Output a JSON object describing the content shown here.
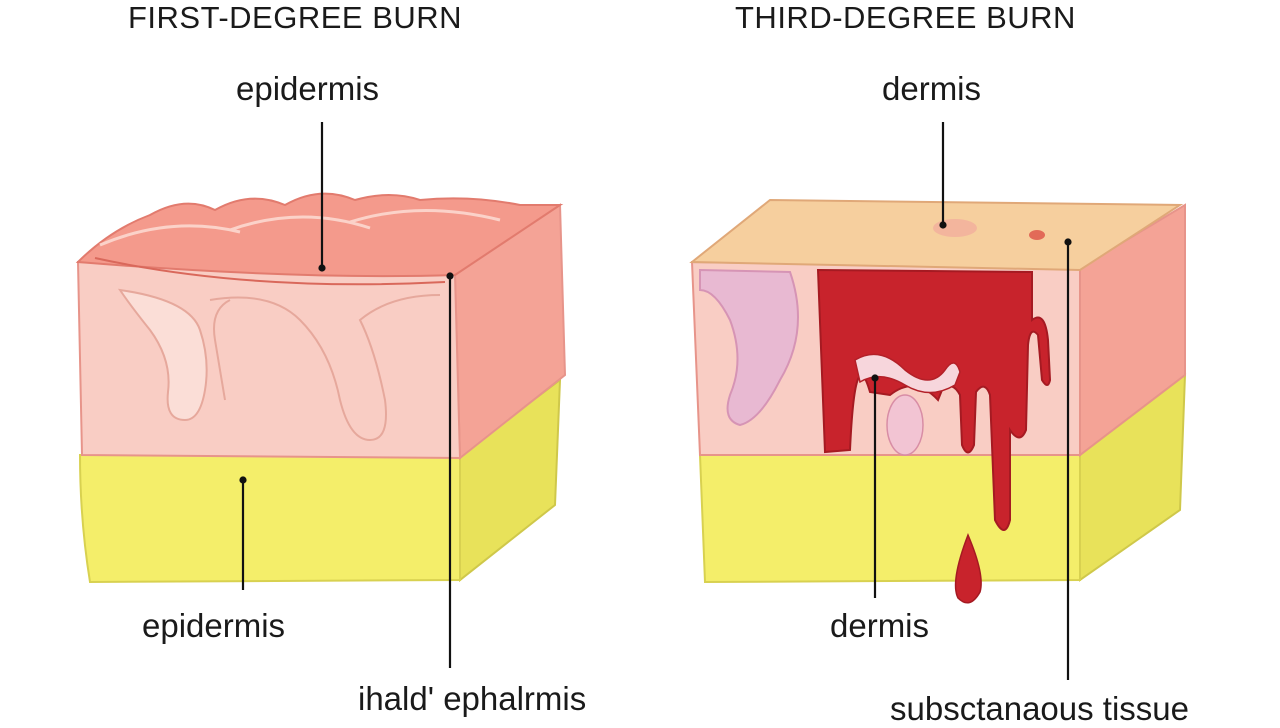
{
  "titles": {
    "left": "FIRST-DEGREE BURN",
    "right": "THIRD-DEGREE BURN"
  },
  "labels": {
    "left_top": "epidermis",
    "left_bottom": "epidermis",
    "left_bottom_right": "ihald' ephalrmis",
    "right_top": "dermis",
    "right_bottom": "dermis",
    "right_bottom_right": "subsctanaous tissue"
  },
  "colors": {
    "skin_front": "#f9cdc4",
    "skin_side": "#f4a396",
    "skin_top": "#f49a8c",
    "fat_front": "#f4ee6a",
    "fat_side": "#e8e25a",
    "charred_top": "#f6cf9e",
    "blood": "#c8232c",
    "outline": "#e7948a",
    "leader_line": "#111111"
  }
}
